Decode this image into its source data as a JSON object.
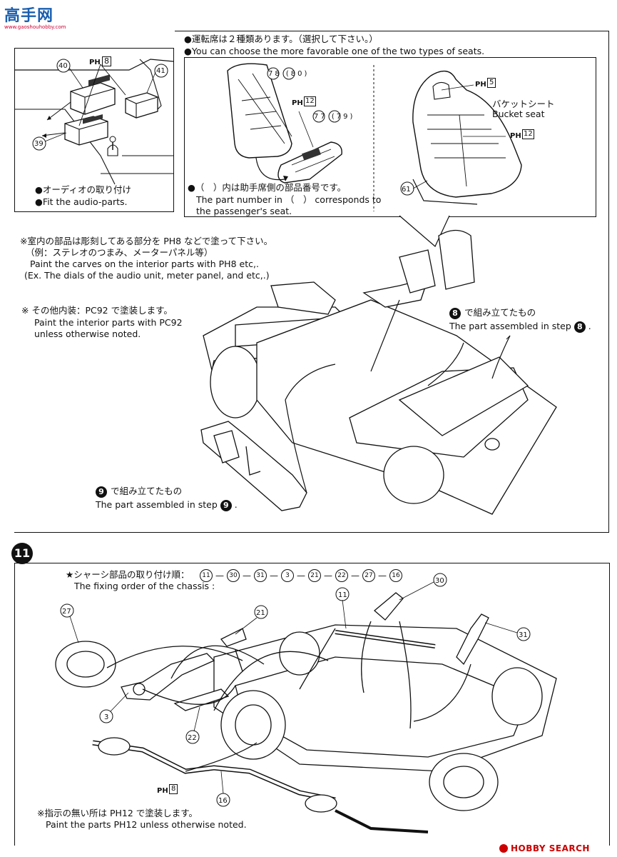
{
  "watermark_top": {
    "text": "高手网",
    "sub": "www.gaoshouhobby.com"
  },
  "watermark_bottom": {
    "text": "HOBBY SEARCH"
  },
  "seat_box": {
    "note_jp": "●運転席は２種類あります。（選択して下さい。）",
    "note_en": "●You can choose the more favorable one of the two types of seats.",
    "left_seat": {
      "back_parts": "78 (80)",
      "ph_label": "PH",
      "ph_num": "12",
      "cushion_parts": "77 (79)"
    },
    "paren_note_jp": "●（　）内は助手席側の部品番号です。",
    "paren_note_en1": "The part number in （　） corresponds to",
    "paren_note_en2": "the passenger's seat.",
    "bucket": {
      "ph_top_label": "PH",
      "ph_top": "5",
      "name_jp": "バケットシート",
      "name_en": "Bucket seat",
      "ph_label": "PH",
      "ph_mid": "12",
      "part": "61"
    }
  },
  "audio_box": {
    "ph_label": "PH",
    "ph_num": "8",
    "parts": [
      "40",
      "41",
      "39"
    ],
    "label_jp": "●オーディオの取り付け",
    "label_en": "●Fit the audio-parts."
  },
  "interior_notes": {
    "line1_jp": "※室内の部品は彫刻してある部分を PH8 などで塗って下さい。",
    "line2_jp": "（例：ステレオのつまみ、メーターパネル等）",
    "line3_en": "Paint the carves on the interior parts with PH8 etc,.",
    "line4_en": "(Ex. The dials of the audio unit, meter panel, and etc,.)",
    "other_jp": "※ その他内装：PC92 で塗装します。",
    "other_en1": "Paint the interior parts with PC92",
    "other_en2": "unless otherwise noted."
  },
  "step8_ref": {
    "num": "8",
    "jp": "で組み立てたもの",
    "en": "The part assembled in step"
  },
  "step9_ref": {
    "num": "9",
    "jp": "で組み立てたもの",
    "en": "The part assembled in step"
  },
  "step11": {
    "badge": "11",
    "order_label_jp": "★シャーシ部品の取り付け順：",
    "order": [
      "11",
      "30",
      "31",
      "3",
      "21",
      "22",
      "27",
      "16"
    ],
    "order_en": "The fixing order of the chassis :",
    "callouts": [
      "27",
      "21",
      "11",
      "30",
      "31",
      "3",
      "22",
      "16"
    ],
    "ph_label": "PH",
    "ph_num": "8",
    "footer_jp": "※指示の無い所は PH12 で塗装します。",
    "footer_en": "Paint the parts PH12 unless otherwise noted."
  }
}
